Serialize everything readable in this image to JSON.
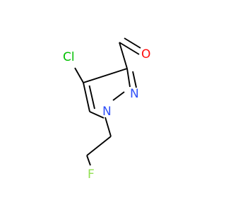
{
  "molecule": {
    "atoms": {
      "cl": {
        "label": "Cl",
        "color": "#00c000"
      },
      "o": {
        "label": "O",
        "color": "#ff0d0d"
      },
      "n1": {
        "label": "N",
        "color": "#3050f8"
      },
      "n2": {
        "label": "N",
        "color": "#3050f8"
      },
      "f": {
        "label": "F",
        "color": "#90e050"
      }
    },
    "bond_color": "#000000"
  }
}
